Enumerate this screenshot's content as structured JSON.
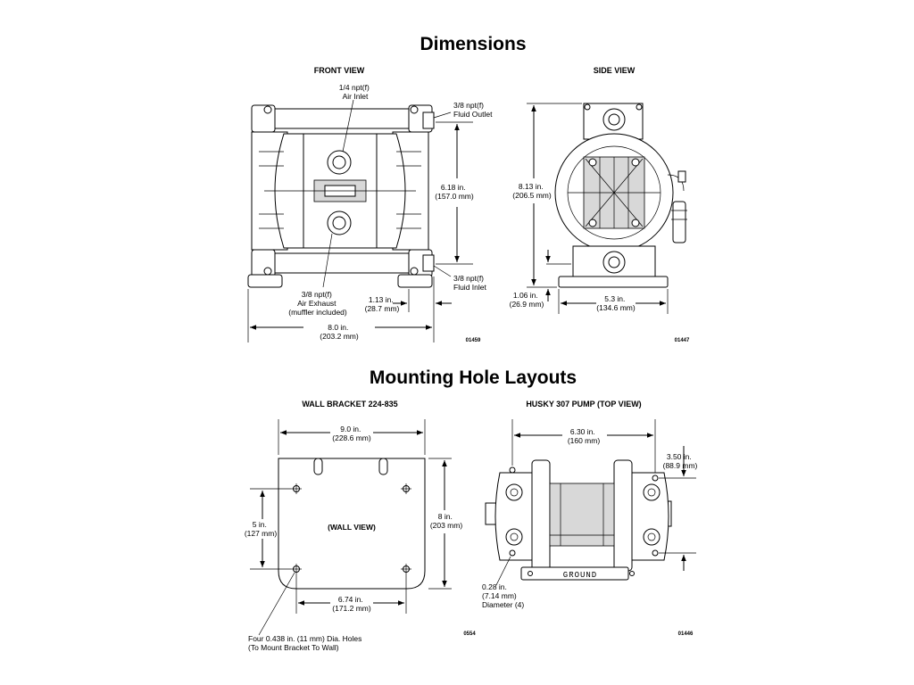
{
  "titles": {
    "dimensions": "Dimensions",
    "mounting": "Mounting Hole Layouts"
  },
  "front_view": {
    "heading": "FRONT VIEW",
    "air_inlet": [
      "1/4 npt(f)",
      "Air Inlet"
    ],
    "fluid_outlet": [
      "3/8 npt(f)",
      "Fluid Outlet"
    ],
    "height": [
      "6.18 in.",
      "(157.0 mm)"
    ],
    "fluid_inlet": [
      "3/8 npt(f)",
      "Fluid Inlet"
    ],
    "air_exhaust": [
      "3/8 npt(f)",
      "Air Exhaust",
      "(muffler included)"
    ],
    "offset": [
      "1.13 in.",
      "(28.7 mm)"
    ],
    "width": [
      "8.0 in.",
      "(203.2 mm)"
    ],
    "code": "01459"
  },
  "side_view": {
    "heading": "SIDE VIEW",
    "height": [
      "8.13 in.",
      "(206.5 mm)"
    ],
    "base": [
      "1.06 in.",
      "(26.9 mm)"
    ],
    "width": [
      "5.3 in.",
      "(134.6 mm)"
    ],
    "code": "01447"
  },
  "wall_bracket": {
    "heading": "WALL BRACKET 224-835",
    "width": [
      "9.0 in.",
      "(228.6 mm)"
    ],
    "height": [
      "8 in.",
      "(203 mm)"
    ],
    "hole_v": [
      "5 in.",
      "(127 mm)"
    ],
    "label": "(WALL VIEW)",
    "hole_h": [
      "6.74 in.",
      "(171.2 mm)"
    ],
    "holes_note": [
      "Four 0.438 in. (11 mm) Dia. Holes",
      "(To Mount Bracket To Wall)"
    ],
    "code": "0554"
  },
  "top_view": {
    "heading": "HUSKY 307 PUMP (TOP VIEW)",
    "width": [
      "6.30 in.",
      "(160 mm)"
    ],
    "spacing": [
      "3.50 in.",
      "(88.9 mm)"
    ],
    "diameter": [
      "0.28 in.",
      "(7.14 mm)",
      "Diameter (4)"
    ],
    "ground": "GROUND",
    "code": "01446"
  }
}
